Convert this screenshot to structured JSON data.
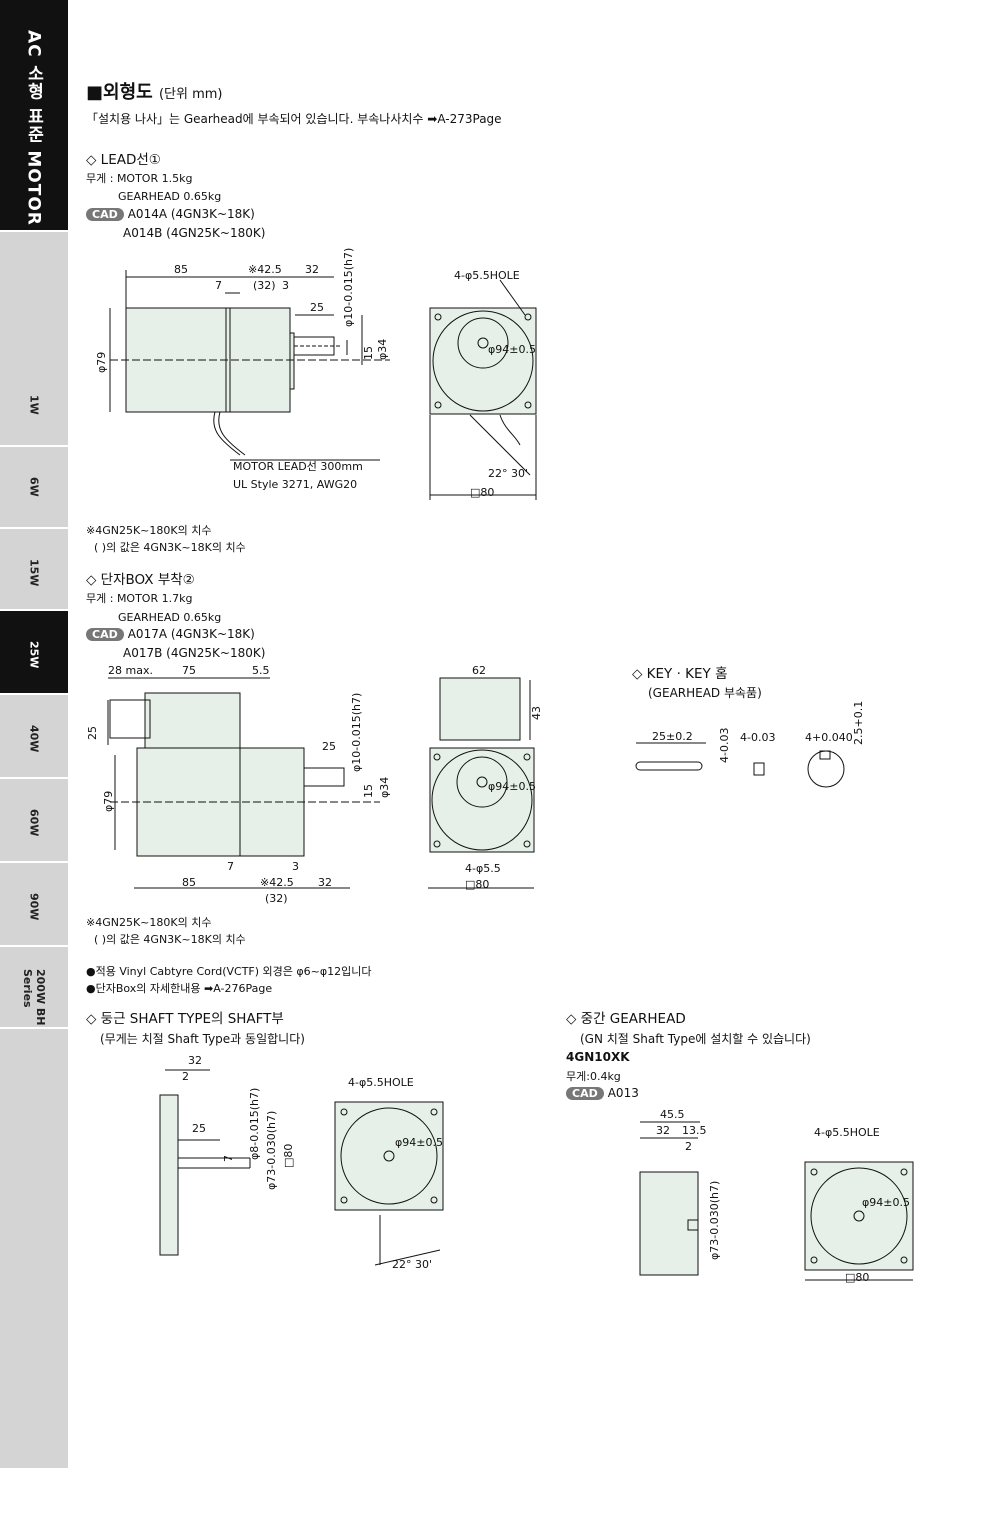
{
  "sidebar": {
    "title": "AC 소형 표준 MOTOR",
    "tabs": [
      "1W",
      "6W",
      "15W",
      "25W",
      "40W",
      "60W",
      "90W",
      "200W BH Series"
    ]
  },
  "header": {
    "title": "■외형도",
    "unit": "(단위 mm)",
    "note": "「설치용 나사」는 Gearhead에 부속되어 있습니다. 부속나사치수 ➡A-273Page"
  },
  "lead": {
    "title": "◇ LEAD선①",
    "weight_motor": "무게 : MOTOR        1.5kg",
    "weight_gear": "GEARHEAD        0.65kg",
    "cad_label": "CAD",
    "cad1": "A014A (4GN3K~18K)",
    "cad2": "A014B (4GN25K~180K)",
    "dims": {
      "d85": "85",
      "d42": "※42.5",
      "d32": "32",
      "d7": "7",
      "d32p": "(32)",
      "d3": "3",
      "d25": "25",
      "d15": "15",
      "phi34": "φ34",
      "phi79": "φ79",
      "shaft": "φ10-0.015(h7)",
      "hole": "4-φ5.5HOLE",
      "phi94": "φ94±0.5",
      "angle": "22° 30'",
      "sq80": "□80"
    },
    "lead_note1": "MOTOR  LEAD선  300mm",
    "lead_note2": "UL  Style  3271,  AWG20",
    "foot1": "※4GN25K~180K의 치수",
    "foot2": "(     )의 값은 4GN3K~18K의 치수"
  },
  "box": {
    "title": "◇ 단자BOX 부착②",
    "weight_motor": "무게 : MOTOR      1.7kg",
    "weight_gear": "GEARHEAD          0.65kg",
    "cad_label": "CAD",
    "cad1": "A017A (4GN3K~18K)",
    "cad2": "A017B (4GN25K~180K)",
    "dims": {
      "d28": "28 max.",
      "d75": "75",
      "d55": "5.5",
      "d62": "62",
      "d43": "43",
      "d25a": "25",
      "d25b": "25",
      "phi79": "φ79",
      "shaft": "φ10-0.015(h7)",
      "d15": "15",
      "phi34": "φ34",
      "phi94": "φ94±0.5",
      "hole": "4-φ5.5",
      "sq80": "□80",
      "d7": "7",
      "d3": "3",
      "d85": "85",
      "d42": "※42.5",
      "d32": "32",
      "d32p": "(32)"
    },
    "foot1": "※4GN25K~180K의 치수",
    "foot2": "(     )의 값은 4GN3K~18K의 치수"
  },
  "key": {
    "title": "◇ KEY · KEY 홈",
    "sub": "(GEARHEAD 부속품)",
    "dims": {
      "len": "25±0.2",
      "w1": "4-0.03",
      "w2": "4-0.03",
      "w3": "4+0.040",
      "h": "2.5+0.1"
    }
  },
  "notes": {
    "n1": "●적용 Vinyl Cabtyre Cord(VCTF) 외경은 φ6~φ12입니다",
    "n2": "●단자Box의 자세한내용 ➡A-276Page"
  },
  "round": {
    "title": "◇ 둥근 SHAFT TYPE의 SHAFT부",
    "sub": "(무게는 치절 Shaft Type과 동일합니다)",
    "dims": {
      "d32": "32",
      "d2": "2",
      "d25": "25",
      "d7": "7",
      "shaft": "φ8-0.015(h7)",
      "phi73": "φ73-0.030(h7)",
      "sq80": "□80",
      "hole": "4-φ5.5HOLE",
      "phi94": "φ94±0.5",
      "angle": "22° 30'"
    }
  },
  "mid": {
    "title": "◇ 중간 GEARHEAD",
    "sub": "(GN 치절 Shaft Type에 설치할 수 있습니다)",
    "model": "4GN10XK",
    "weight": "무게:0.4kg",
    "cad_label": "CAD",
    "cad": "A013",
    "dims": {
      "d455": "45.5",
      "d32": "32",
      "d135": "13.5",
      "d2": "2",
      "phi73": "φ73-0.030(h7)",
      "hole": "4-φ5.5HOLE",
      "phi94": "φ94±0.5",
      "sq80": "□80"
    }
  }
}
